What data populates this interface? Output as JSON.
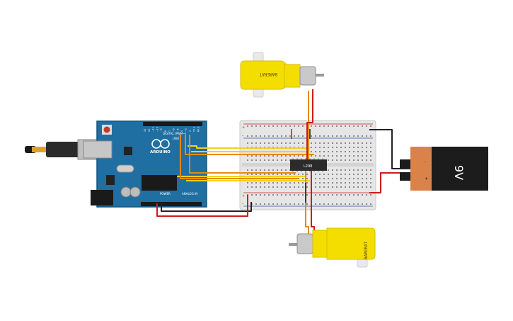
{
  "colors": {
    "arduino_board": "#1f6fa3",
    "breadboard": "#e6e6e6",
    "breadboard_rail_red": "#d11f1f",
    "breadboard_rail_blue": "#2a4fa0",
    "wire_yellow": "#f2d11b",
    "wire_orange": "#e58a10",
    "wire_red": "#cc1c1c",
    "wire_black": "#222222",
    "motor_yellow": "#f4de00",
    "battery_orange": "#d9834b",
    "battery_black": "#1c1c1c"
  },
  "arduino": {
    "logo_text": "ARDUINO",
    "uno_text": "UNO",
    "digital_label": "DIGITAL (PWM~)",
    "power_label": "POWER",
    "analog_label": "ANALOG IN",
    "pin_numbers": [
      "13",
      "12",
      "~11",
      "~10",
      "~9",
      "8",
      "7",
      "~6",
      "~5",
      "4",
      "~3",
      "2",
      "TX 1",
      "RX 0"
    ]
  },
  "breadboard": {
    "ic_label": "L298",
    "rail_plus": "+",
    "rail_minus": "-"
  },
  "motor_top": {
    "label": "BARERAT"
  },
  "motor_bottom": {
    "label": "BARERAT"
  },
  "battery": {
    "voltage_label": "9V",
    "plus": "+",
    "minus": "-"
  }
}
